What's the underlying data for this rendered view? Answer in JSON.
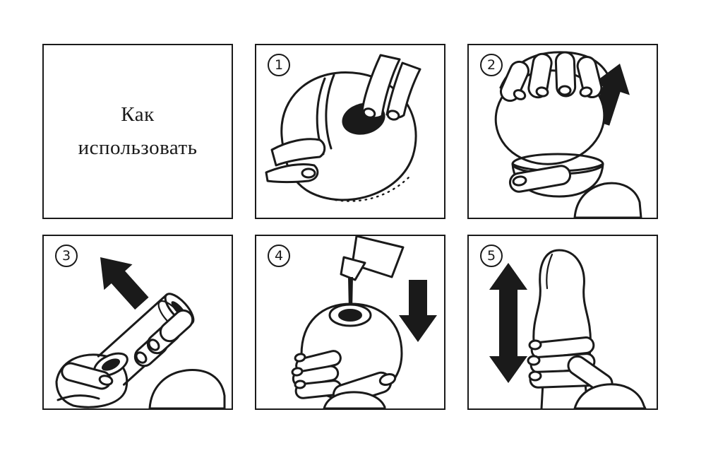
{
  "page": {
    "background": "#ffffff",
    "line_color": "#1a1a1a"
  },
  "intro": {
    "title_line1": "Как",
    "title_line2": "использовать"
  },
  "steps": [
    {
      "number": "1",
      "depicts": "peeling open the top flap of the egg-shaped sleeve with both hands"
    },
    {
      "number": "2",
      "depicts": "lifting the sleeve out of the shell cup",
      "arrow": "arrow-up-icon"
    },
    {
      "number": "3",
      "depicts": "pulling the inner tube out of the shell",
      "arrow": "arrow-up-left-icon"
    },
    {
      "number": "4",
      "depicts": "pouring lubricant into the opening",
      "arrow": "arrow-down-icon"
    },
    {
      "number": "5",
      "depicts": "moving the sleeve up and down",
      "arrow": "arrow-up-down-icon"
    }
  ]
}
